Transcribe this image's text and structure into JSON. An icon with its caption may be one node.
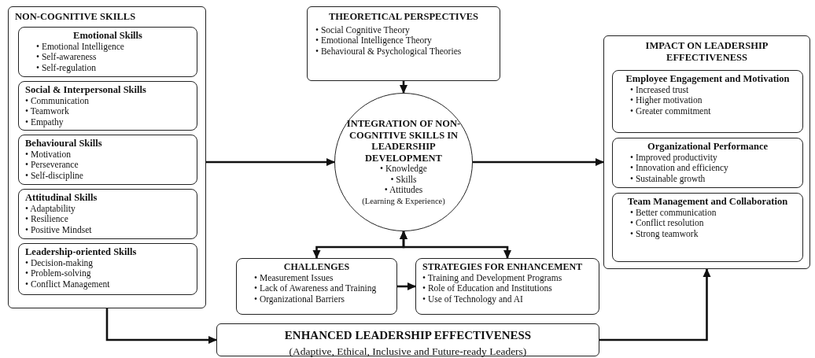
{
  "diagram": {
    "nodes": [
      {
        "text": [
          "NON-COGNITIVE SKILLS"
        ]
      },
      {
        "text": [
          "Emotional Skills",
          "• Emotional Intelligence",
          "• Self-awareness",
          "• Self-regulation"
        ],
        "in": 0
      },
      {
        "text": [
          "Social & Interpersonal Skills",
          "• Communication",
          "• Teamwork",
          "• Empathy"
        ],
        "in": 0
      },
      {
        "text": [
          "Behavioural Skills",
          "• Motivation",
          "• Perseverance",
          "• Self-discipline"
        ],
        "in": 0
      },
      {
        "text": [
          "Attitudinal Skills",
          "• Adaptability",
          "• Resilience",
          "• Positive Mindset"
        ],
        "in": 0
      },
      {
        "text": [
          "Leadership-oriented Skills",
          "• Decision-making",
          "• Problem-solving",
          "• Conflict Management"
        ],
        "in": 0
      },
      {
        "text": [
          "THEORETICAL PERSPECTIVES",
          "• Social Cognitive Theory",
          "• Emotional Intelligence Theory",
          "• Behavioural & Psychological Theories"
        ]
      },
      {
        "text": [
          "INTEGRATION OF NON-COGNITIVE SKILLS IN LEADERSHIP DEVELOPMENT",
          "• Knowledge",
          "• Skills",
          "• Attitudes",
          "(Learning & Experience)"
        ]
      },
      {
        "text": [
          "IMPACT ON LEADERSHIP EFFECTIVENESS"
        ]
      },
      {
        "text": [
          "Employee Engagement and Motivation",
          "• Increased trust",
          "• Higher motivation",
          "• Greater commitment"
        ],
        "in": 8
      },
      {
        "text": [
          "Organizational Performance",
          "• Improved productivity",
          "• Innovation and efficiency",
          "• Sustainable growth"
        ],
        "in": 8
      },
      {
        "text": [
          "Team Management and Collaboration",
          "• Better communication",
          "• Conflict resolution",
          "• Strong teamwork"
        ],
        "in": 8
      },
      {
        "text": [
          "CHALLENGES",
          "• Measurement Issues",
          "• Lack of Awareness and Training",
          "• Organizational Barriers"
        ]
      },
      {
        "text": [
          "STRATEGIES FOR ENHANCEMENT",
          "• Training and Development Programs",
          "• Role of Education and Institutions",
          "• Use of Technology and AI"
        ]
      },
      {
        "text": [
          "ENHANCED LEADERSHIP EFFECTIVENESS",
          "(Adaptive, Ethical, Inclusive and Future-ready Leaders)"
        ]
      }
    ],
    "edges": [
      {
        "from": 0,
        "to": 7,
        "arrow": "to"
      },
      {
        "from": 6,
        "to": 7,
        "arrow": "to"
      },
      {
        "from": 7,
        "to": 8,
        "arrow": "to"
      },
      {
        "from": 7,
        "to": 12,
        "arrow": "both"
      },
      {
        "from": 7,
        "to": 13,
        "arrow": "both"
      },
      {
        "from": 12,
        "to": 13,
        "arrow": "to"
      },
      {
        "from": 0,
        "to": 14,
        "arrow": "to"
      },
      {
        "from": 14,
        "to": 8,
        "arrow": "to"
      }
    ]
  }
}
